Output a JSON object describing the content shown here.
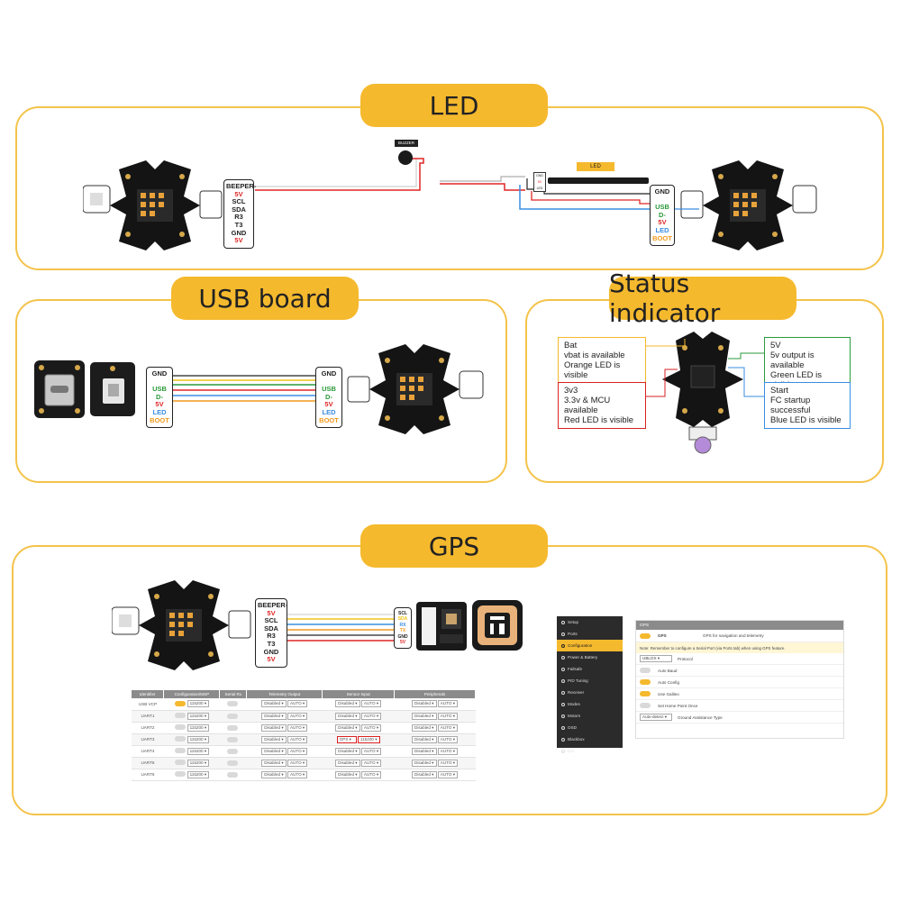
{
  "sections": {
    "led": "LED",
    "usb": "USB board",
    "status": "Status indicator",
    "gps": "GPS"
  },
  "led": {
    "left_pins": [
      "BEEPER-",
      "5V",
      "SCL",
      "SDA",
      "R3",
      "T3",
      "GND",
      "5V"
    ],
    "right_pins": [
      "GND",
      "",
      "USB D-",
      "5V",
      "LED",
      "BOOT"
    ],
    "buzzer_label": "BUZZER",
    "strip_label": "LED",
    "strip_pins": [
      "GND",
      "5V",
      "LED"
    ]
  },
  "usb": {
    "left_pins": [
      "GND",
      "",
      "USB D-",
      "5V",
      "LED",
      "BOOT"
    ],
    "right_pins": [
      "GND",
      "",
      "USB D-",
      "5V",
      "LED",
      "BOOT"
    ]
  },
  "status": {
    "bat": {
      "title": "Bat",
      "line1": "vbat is available",
      "line2": "Orange LED is visible"
    },
    "v3": {
      "title": "3v3",
      "line1": "3.3v & MCU available",
      "line2": "Red LED is visible"
    },
    "v5": {
      "title": "5V",
      "line1": "5v output is available",
      "line2": "Green LED is visible"
    },
    "start": {
      "title": "Start",
      "line1": "FC startup successful",
      "line2": "Blue LED is visible"
    }
  },
  "gps": {
    "left_pins": [
      "BEEPER-",
      "5V",
      "SCL",
      "SDA",
      "R3",
      "T3",
      "GND",
      "5V"
    ],
    "module_pins": [
      "SCL",
      "SDA",
      "RX",
      "TX",
      "GND",
      "5V"
    ],
    "table_headers": [
      "Identifier",
      "Configuration/MSP",
      "Serial Rx",
      "Telemetry Output",
      "Sensor Input",
      "Peripherals"
    ],
    "table_rows": [
      {
        "id": "USB VCP",
        "baud": "115200",
        "msp": true,
        "tel": "Disabled",
        "tel_b": "AUTO",
        "sens": "Disabled",
        "sens_b": "AUTO",
        "per": "Disabled",
        "per_b": "AUTO"
      },
      {
        "id": "UART1",
        "baud": "115200",
        "msp": false,
        "tel": "Disabled",
        "tel_b": "AUTO",
        "sens": "Disabled",
        "sens_b": "AUTO",
        "per": "Disabled",
        "per_b": "AUTO"
      },
      {
        "id": "UART2",
        "baud": "115200",
        "msp": false,
        "tel": "Disabled",
        "tel_b": "AUTO",
        "sens": "Disabled",
        "sens_b": "AUTO",
        "per": "Disabled",
        "per_b": "AUTO"
      },
      {
        "id": "UART3",
        "baud": "115200",
        "msp": false,
        "tel": "Disabled",
        "tel_b": "AUTO",
        "sens": "GPS",
        "sens_b": "115200",
        "per": "Disabled",
        "per_b": "AUTO"
      },
      {
        "id": "UART4",
        "baud": "115200",
        "msp": false,
        "tel": "Disabled",
        "tel_b": "AUTO",
        "sens": "Disabled",
        "sens_b": "AUTO",
        "per": "Disabled",
        "per_b": "AUTO"
      },
      {
        "id": "UART5",
        "baud": "115200",
        "msp": false,
        "tel": "Disabled",
        "tel_b": "AUTO",
        "sens": "Disabled",
        "sens_b": "AUTO",
        "per": "Disabled",
        "per_b": "AUTO"
      },
      {
        "id": "UART6",
        "baud": "115200",
        "msp": false,
        "tel": "Disabled",
        "tel_b": "AUTO",
        "sens": "Disabled",
        "sens_b": "AUTO",
        "per": "Disabled",
        "per_b": "AUTO"
      }
    ],
    "sidebar": [
      "Setup",
      "Ports",
      "Configuration",
      "Power & Battery",
      "Failsafe",
      "PID Tuning",
      "Receiver",
      "Modes",
      "Motors",
      "OSD",
      "Blackbox",
      "CLI"
    ],
    "sidebar_active": 2,
    "panel_title": "GPS",
    "gps_toggle_label": "GPS",
    "gps_toggle_desc": "GPS for navigation and telemetry",
    "note": "Note: Remember to configure a Serial Port (via Ports tab) when using GPS feature.",
    "protocol_value": "UBLOX",
    "protocol_label": "Protocol",
    "options": [
      {
        "label": "Auto Baud",
        "on": false
      },
      {
        "label": "Auto Config",
        "on": true
      },
      {
        "label": "Use Galileo",
        "on": true
      },
      {
        "label": "Set Home Point Once",
        "on": false
      }
    ],
    "assist_value": "Auto-detect",
    "assist_label": "Ground Assistance Type"
  },
  "colors": {
    "accent": "#f5b92e",
    "border": "#f4c34a",
    "wire_red": "#e02525",
    "wire_blue": "#3a8de0",
    "wire_green": "#2a9a3a",
    "wire_orange": "#f29a1e",
    "wire_yellow": "#f0c419"
  }
}
